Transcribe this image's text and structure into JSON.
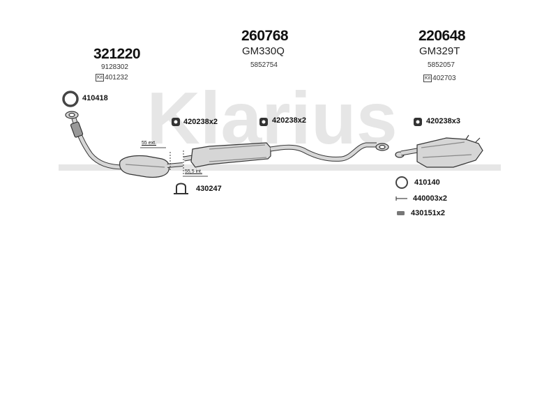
{
  "brand": {
    "watermark": "Klarius"
  },
  "parts": [
    {
      "main": "321220",
      "sub": "9128302",
      "kit": "401232"
    },
    {
      "main": "260768",
      "alt": "GM330Q",
      "sub": "5852754"
    },
    {
      "main": "220648",
      "alt": "GM329T",
      "sub": "5852057",
      "kit": "402703"
    }
  ],
  "kit_label": "Kit",
  "accessories": {
    "a410418": "410418",
    "a420238_front": "420238x2",
    "a420238_mid": "420238x2",
    "a420238_rear": "420238x3",
    "a430247": "430247",
    "a410140": "410140",
    "a440003": "440003x2",
    "a430151": "430151x2"
  },
  "dimensions": {
    "ext": "55 ext.",
    "int": "55,5 int."
  },
  "colors": {
    "watermark": "#e6e6e6",
    "part_fill": "#d6d6d6",
    "part_stroke": "#333333"
  }
}
